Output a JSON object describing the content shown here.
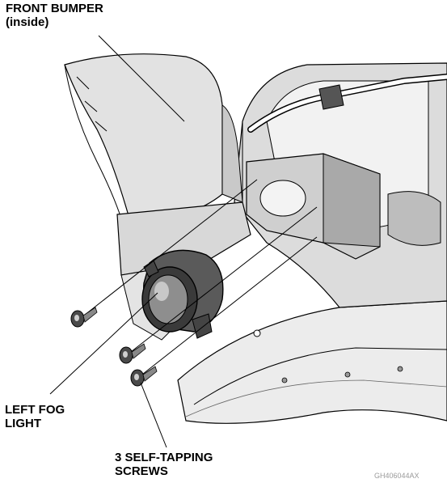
{
  "labels": {
    "front_bumper": [
      "FRONT BUMPER",
      "(inside)"
    ],
    "left_fog_light": [
      "LEFT FOG",
      "LIGHT"
    ],
    "screws": [
      "3 SELF-TAPPING",
      "SCREWS"
    ]
  },
  "figure_code": "GH406044AX",
  "colors": {
    "line": "#000000",
    "light_gray": "#e6e6e6",
    "mid_gray": "#bdbdbd",
    "dark_gray": "#7a7a7a",
    "shadow": "#3a3a3a"
  }
}
